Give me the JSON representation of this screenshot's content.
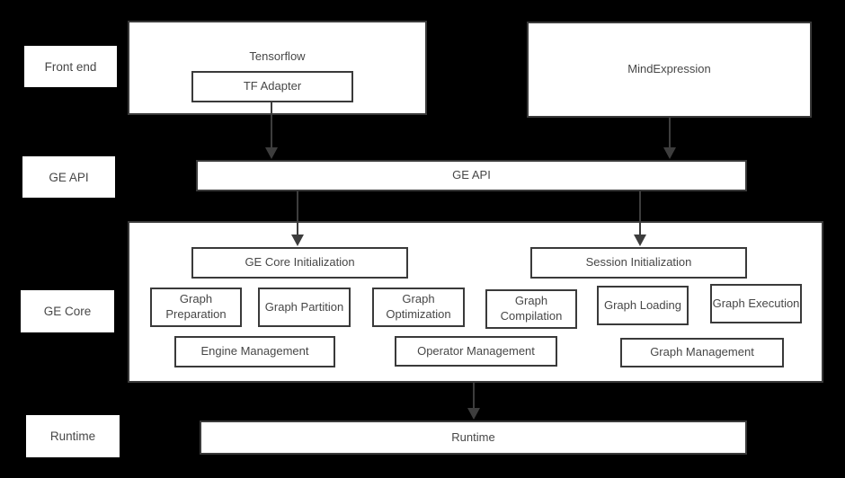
{
  "colors": {
    "bg": "#000000",
    "box-fill": "#ffffff",
    "border": "#3a3a3a",
    "text": "#474747",
    "arrow": "#3d3d3d"
  },
  "row_labels": [
    {
      "label": "Front end"
    },
    {
      "label": "GE API"
    },
    {
      "label": "GE Core"
    },
    {
      "label": "Runtime"
    }
  ],
  "front_end": {
    "tensorflow_title": "Tensorflow",
    "tf_adapter": "TF Adapter",
    "mindexpression": "MindExpression"
  },
  "ge_api": {
    "label": "GE API"
  },
  "ge_core": {
    "init": [
      "GE Core Initialization",
      "Session Initialization"
    ],
    "pipeline": [
      "Graph Preparation",
      "Graph Partition",
      "Graph Optimization",
      "Graph Compilation",
      "Graph Loading",
      "Graph Execution"
    ],
    "management": [
      "Engine Management",
      "Operator Management",
      "Graph Management"
    ]
  },
  "runtime": {
    "label": "Runtime"
  }
}
